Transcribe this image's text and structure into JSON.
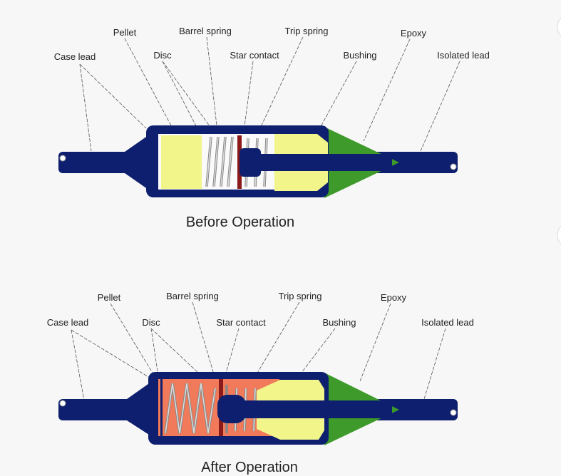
{
  "before": {
    "title": "Before Operation",
    "labels": {
      "pellet": "Pellet",
      "barrel_spring": "Barrel spring",
      "trip_spring": "Trip spring",
      "epoxy": "Epoxy",
      "case_lead": "Case lead",
      "disc": "Disc",
      "star_contact": "Star contact",
      "bushing": "Bushing",
      "isolated_lead": "Isolated lead"
    }
  },
  "after": {
    "title": "After Operation",
    "labels": {
      "pellet": "Pellet",
      "barrel_spring": "Barrel spring",
      "trip_spring": "Trip spring",
      "epoxy": "Epoxy",
      "case_lead": "Case lead",
      "disc": "Disc",
      "star_contact": "Star contact",
      "bushing": "Bushing",
      "isolated_lead": "Isolated lead"
    }
  },
  "colors": {
    "case": "#0d1f6e",
    "pellet": "#f2f58a",
    "epoxy": "#3e9a2a",
    "melted": "#f07a5a",
    "disc": "#8b1a1a"
  }
}
